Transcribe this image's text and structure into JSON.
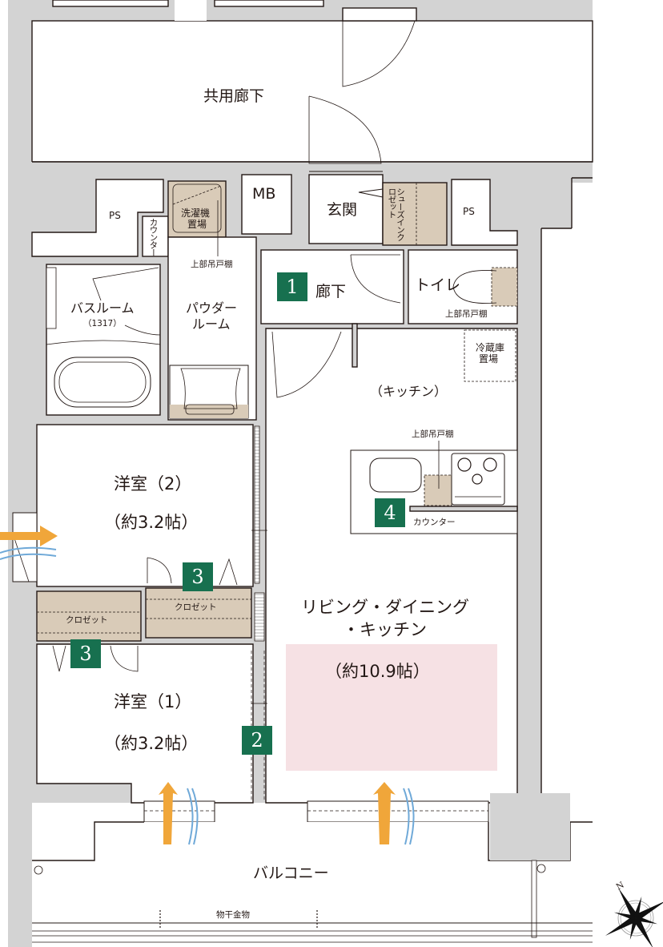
{
  "rooms": {
    "common_corridor": "共用廊下",
    "mb": "MB",
    "ps_left": "PS",
    "ps_right": "PS",
    "entrance": "玄関",
    "shoe_closet": "シューズインクロゼット",
    "washer_space_1": "洗濯機",
    "washer_space_2": "置場",
    "counter_vertical": "カウンター",
    "upper_cabinet_powder": "上部吊戸棚",
    "hallway": "廊下",
    "toilet": "トイレ",
    "upper_cabinet_toilet": "上部吊戸棚",
    "bathroom": "バスルーム",
    "bathroom_size": "（1317）",
    "powder_room_1": "パウダー",
    "powder_room_2": "ルーム",
    "fridge_1": "冷蔵庫",
    "fridge_2": "置場",
    "kitchen": "（キッチン）",
    "upper_cabinet_kitchen": "上部吊戸棚",
    "counter": "カウンター",
    "western_room_2": "洋室（2）",
    "western_room_2_size": "（約3.2帖）",
    "closet_a": "クロゼット",
    "closet_b": "クロゼット",
    "western_room_1": "洋室（1）",
    "western_room_1_size": "（約3.2帖）",
    "ldk_1": "リビング・ダイニング",
    "ldk_2": "・キッチン",
    "ldk_size": "（約10.9帖）",
    "balcony": "バルコニー",
    "drying_rack": "物干金物"
  },
  "badges": {
    "hallway": "1",
    "sliding_partition": "2",
    "closet_top": "3",
    "closet_bottom": "3",
    "counter": "4"
  },
  "compass": {
    "north": "N"
  },
  "colors": {
    "wall": "#d3d3d3",
    "line": "#231815",
    "storage_fill": "#d9cbb8",
    "ldk_highlight": "#f6e1e4",
    "badge": "#17704f",
    "light_arrow": "#f0a63a",
    "wind_arrow": "#6fa9d8"
  }
}
